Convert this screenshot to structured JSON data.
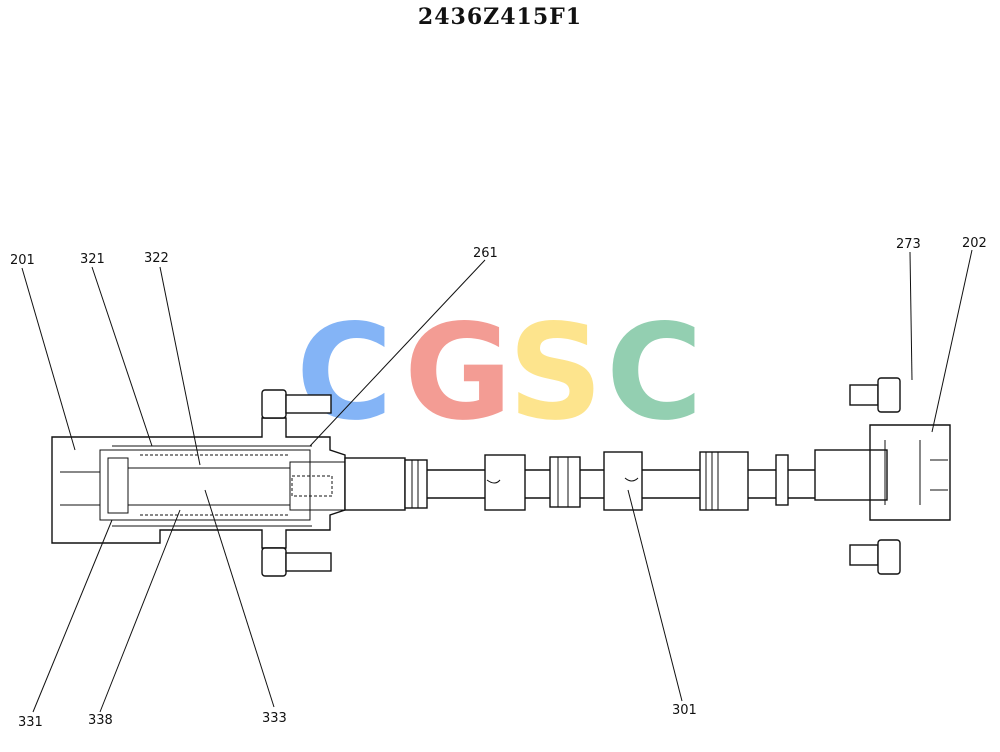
{
  "title": "2436Z415F1",
  "watermark": {
    "letters": [
      "C",
      "G",
      "S",
      "C"
    ],
    "colors": [
      "#6fa8f5",
      "#f28b82",
      "#fde07a",
      "#81c7a4"
    ]
  },
  "callouts": [
    {
      "id": "201",
      "label": "201"
    },
    {
      "id": "321",
      "label": "321"
    },
    {
      "id": "322",
      "label": "322"
    },
    {
      "id": "261",
      "label": "261"
    },
    {
      "id": "273",
      "label": "273"
    },
    {
      "id": "202",
      "label": "202"
    },
    {
      "id": "331",
      "label": "331"
    },
    {
      "id": "338",
      "label": "338"
    },
    {
      "id": "333",
      "label": "333"
    },
    {
      "id": "301",
      "label": "301"
    }
  ]
}
